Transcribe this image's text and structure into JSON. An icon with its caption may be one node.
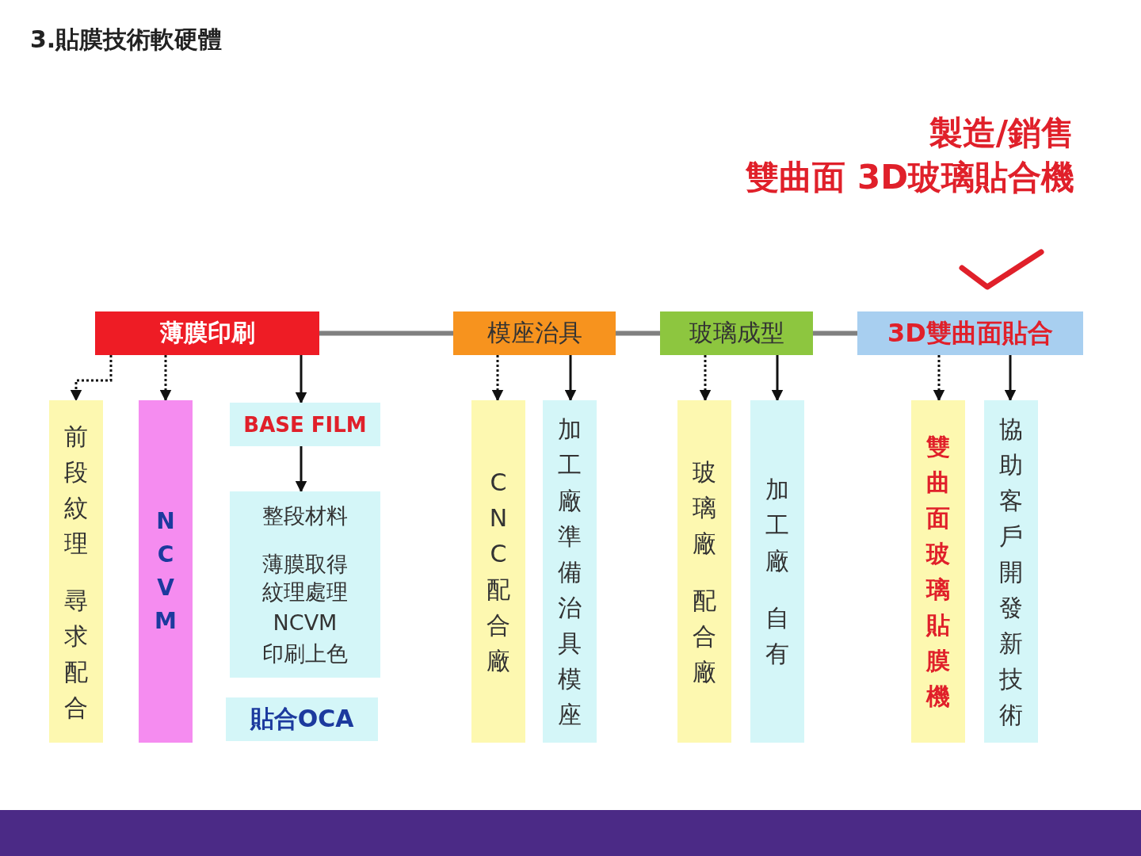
{
  "diagram": {
    "title": "3.貼膜技術軟硬體",
    "nodes": [
      {
        "text": [
          "薄膜印刷"
        ]
      },
      {
        "text": [
          "模座治具"
        ]
      },
      {
        "text": [
          "玻璃成型"
        ]
      },
      {
        "text": [
          "3D雙曲面貼合"
        ]
      },
      {
        "text": [
          "前段紋理",
          "尋求配合"
        ]
      },
      {
        "text": [
          "NCVM"
        ]
      },
      {
        "text": [
          "BASE FILM"
        ]
      },
      {
        "text": [
          "整段材料",
          "薄膜取得紋理處理",
          "NCVM",
          "印刷上色"
        ]
      },
      {
        "text": [
          "貼合OCA"
        ]
      },
      {
        "text": [
          "CNC配合廠"
        ]
      },
      {
        "text": [
          "加工廠準備治具模座"
        ]
      },
      {
        "text": [
          "玻璃廠",
          "配合廠"
        ]
      },
      {
        "text": [
          "加工廠",
          "自有"
        ]
      },
      {
        "text": [
          "雙曲面玻璃貼膜機"
        ]
      },
      {
        "text": [
          "協助客戶開發新技術"
        ]
      }
    ],
    "edges": [
      {
        "from": 0,
        "to": 1,
        "arrow": "none",
        "style": "thick",
        "color": "#808080"
      },
      {
        "from": 1,
        "to": 2,
        "arrow": "none",
        "style": "thick",
        "color": "#808080"
      },
      {
        "from": 2,
        "to": 3,
        "arrow": "none",
        "style": "thick",
        "color": "#808080"
      },
      {
        "from": 0,
        "to": 4,
        "arrow": "to",
        "style": "dashed"
      },
      {
        "from": 0,
        "to": 5,
        "arrow": "to",
        "style": "dashed"
      },
      {
        "from": 0,
        "to": 6,
        "arrow": "to"
      },
      {
        "from": 6,
        "to": 7,
        "arrow": "to"
      },
      {
        "from": 1,
        "to": 9,
        "arrow": "to",
        "style": "dashed"
      },
      {
        "from": 1,
        "to": 10,
        "arrow": "to"
      },
      {
        "from": 2,
        "to": 11,
        "arrow": "to",
        "style": "dashed"
      },
      {
        "from": 2,
        "to": 12,
        "arrow": "to"
      },
      {
        "from": 3,
        "to": 13,
        "arrow": "to",
        "style": "dashed"
      },
      {
        "from": 3,
        "to": 14,
        "arrow": "to"
      }
    ],
    "labels": [
      "製造/銷售",
      "雙曲面 3D玻璃貼合機"
    ]
  }
}
